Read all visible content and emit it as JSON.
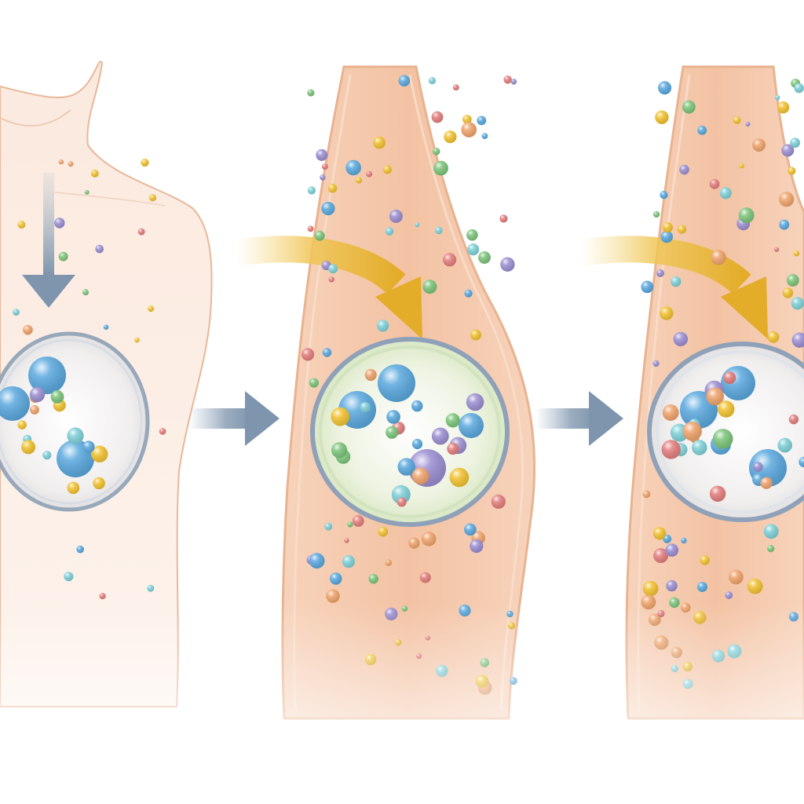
{
  "diagram": {
    "panel_count": 3,
    "colors": {
      "background": "#ffffff",
      "skin_light": "#fbe8dc",
      "skin_mid": "#f5c9ad",
      "skin_outline": "#e0a27f",
      "membrane_ring": "#8fa1b8",
      "vesicle_fill": "#f1f2f4",
      "vesicle_green_tint": "#e3efd2",
      "flow_arrow": "#7f95ad",
      "entry_arrow": "#e8b93a"
    },
    "particle_colors": [
      "#5aa8de",
      "#f2c230",
      "#e37d7d",
      "#7cc47a",
      "#9b8ed1",
      "#f0a36b",
      "#7fd0d8"
    ],
    "panels": [
      {
        "name": "torso",
        "arrow_in": "down-arrow",
        "vesicle_tint": "clear"
      },
      {
        "name": "skin-section",
        "arrow_in": "curved-arrow",
        "vesicle_tint": "green"
      },
      {
        "name": "skin-section",
        "arrow_in": "curved-arrow",
        "vesicle_tint": "clear"
      }
    ],
    "icons": [
      "down-arrow-icon",
      "right-arrow-icon",
      "curved-arrow-icon"
    ]
  }
}
